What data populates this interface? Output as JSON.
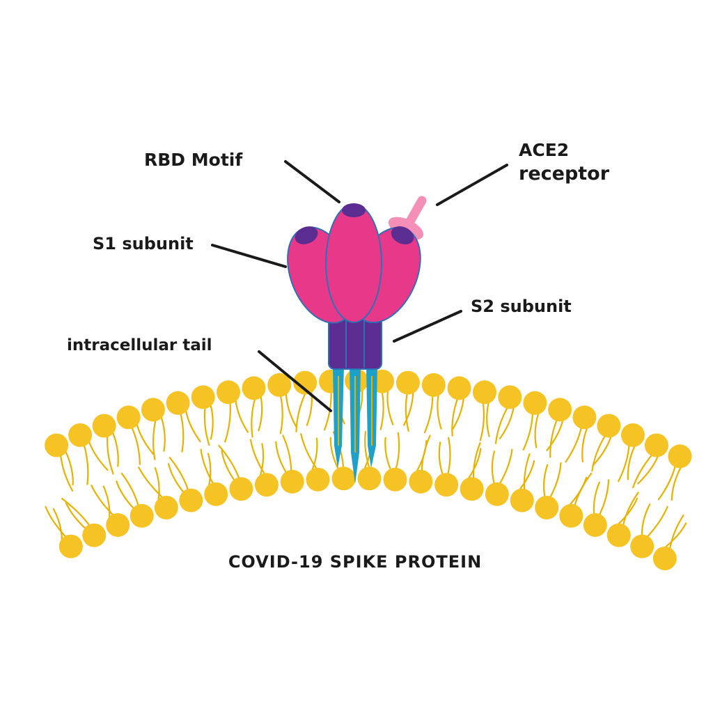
{
  "labels": {
    "rbd_motif": "RBD Motif",
    "ace2_line1": "ACE2",
    "ace2_line2": "receptor",
    "s1_subunit": "S1 subunit",
    "s2_subunit": "S2 subunit",
    "intracellular_tail": "intracellular tail",
    "title": "COVID-19 SPIKE PROTEIN"
  },
  "colors": {
    "s1_lobe": "#e8388a",
    "s1_outline": "#2f6fb5",
    "rbd_cap": "#5c2d91",
    "s2_stalk": "#5c2d91",
    "tail": "#1fa0c8",
    "ace2": "#f48fb8",
    "lipid_head": "#f6c324",
    "lipid_tail": "#e7b100",
    "text": "#1a1a1a"
  }
}
